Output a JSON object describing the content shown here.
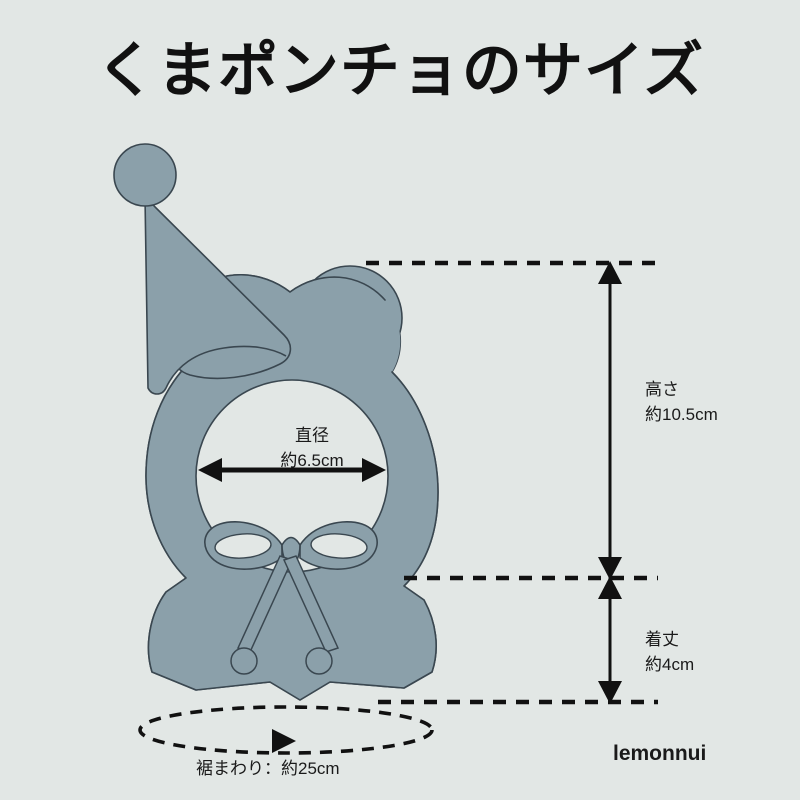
{
  "page": {
    "title": "くまポンチョのサイズ",
    "background_color": "#e2e7e5",
    "garment_fill_color": "#8ba0aa",
    "garment_stroke_color": "#3a4750",
    "line_color": "#111111"
  },
  "brand": {
    "name": "lemonnui"
  },
  "dimensions": {
    "height": {
      "name": "高さ",
      "value": "約10.5cm"
    },
    "length": {
      "name": "着丈",
      "value": "約4cm"
    },
    "diameter": {
      "name": "直径",
      "value": "約6.5cm"
    },
    "hem": {
      "text": "裾まわり：約25cm"
    }
  },
  "illustration": {
    "item": "bear-poncho",
    "parts": [
      "pom-pom",
      "party-hat",
      "bear-ear-left",
      "bear-ear-right",
      "hood-body",
      "neck-opening",
      "bow",
      "drawstring-left",
      "drawstring-right",
      "cape-skirt"
    ]
  }
}
